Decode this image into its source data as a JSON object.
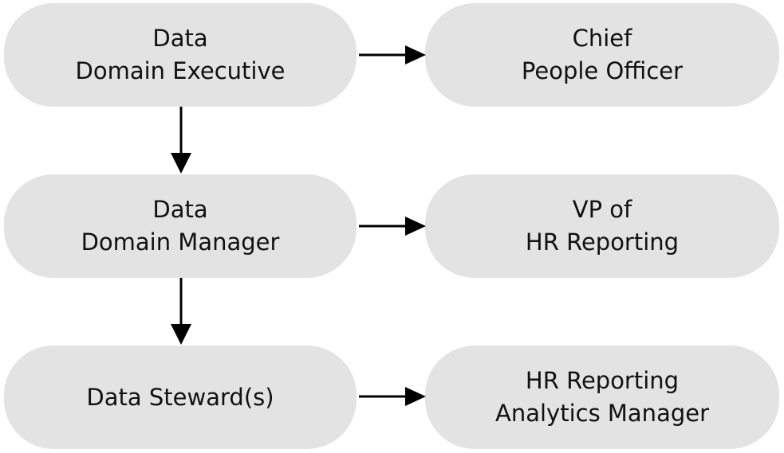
{
  "diagram": {
    "left_column": [
      {
        "line1": "Data",
        "line2": "Domain Executive"
      },
      {
        "line1": "Data",
        "line2": "Domain Manager"
      },
      {
        "line1": "Data Steward(s)"
      }
    ],
    "right_column": [
      {
        "line1": "Chief",
        "line2": "People Officer"
      },
      {
        "line1": "VP of",
        "line2": "HR Reporting"
      },
      {
        "line1": "HR Reporting",
        "line2": "Analytics Manager"
      }
    ],
    "colors": {
      "box_fill": "#e3e3e3",
      "text": "#111111",
      "arrow": "#000000"
    }
  }
}
